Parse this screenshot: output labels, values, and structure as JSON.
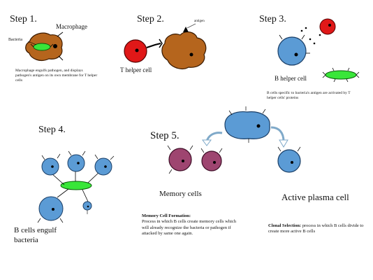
{
  "steps": {
    "s1": "Step 1.",
    "s2": "Step 2.",
    "s3": "Step 3.",
    "s4": "Step 4.",
    "s5": "Step 5."
  },
  "labels": {
    "macrophage": "Macrophage",
    "bacteria": "Bacteria",
    "antigen": "antigen",
    "t_helper": "T helper cell",
    "b_helper": "B helper cell",
    "memory_cells": "Memory cells",
    "active_plasma": "Active plasma cell",
    "b_cells_engulf": "B cells engulf bacteria"
  },
  "captions": {
    "step1": "Macrophage engulfs pathogen, and displays pathogen's antigen on its own membrane for T helper cells",
    "step3": "B cells specific to bacteria's antigen are activated by T helper cells' proteins",
    "memory_title": "Memory Cell Formation:",
    "memory_body": "Process in which B cells create memory cells which will already recognize the bacteria or pathogen if attacked by same one again.",
    "clonal_title": "Clonal Selection:",
    "clonal_body": "process in which B cells divide to create more active B cells"
  },
  "colors": {
    "macrophage": "#b5651d",
    "bacteria": "#39e639",
    "t_helper": "#e01818",
    "b_cell": "#5b9bd5",
    "memory": "#9e4570"
  }
}
